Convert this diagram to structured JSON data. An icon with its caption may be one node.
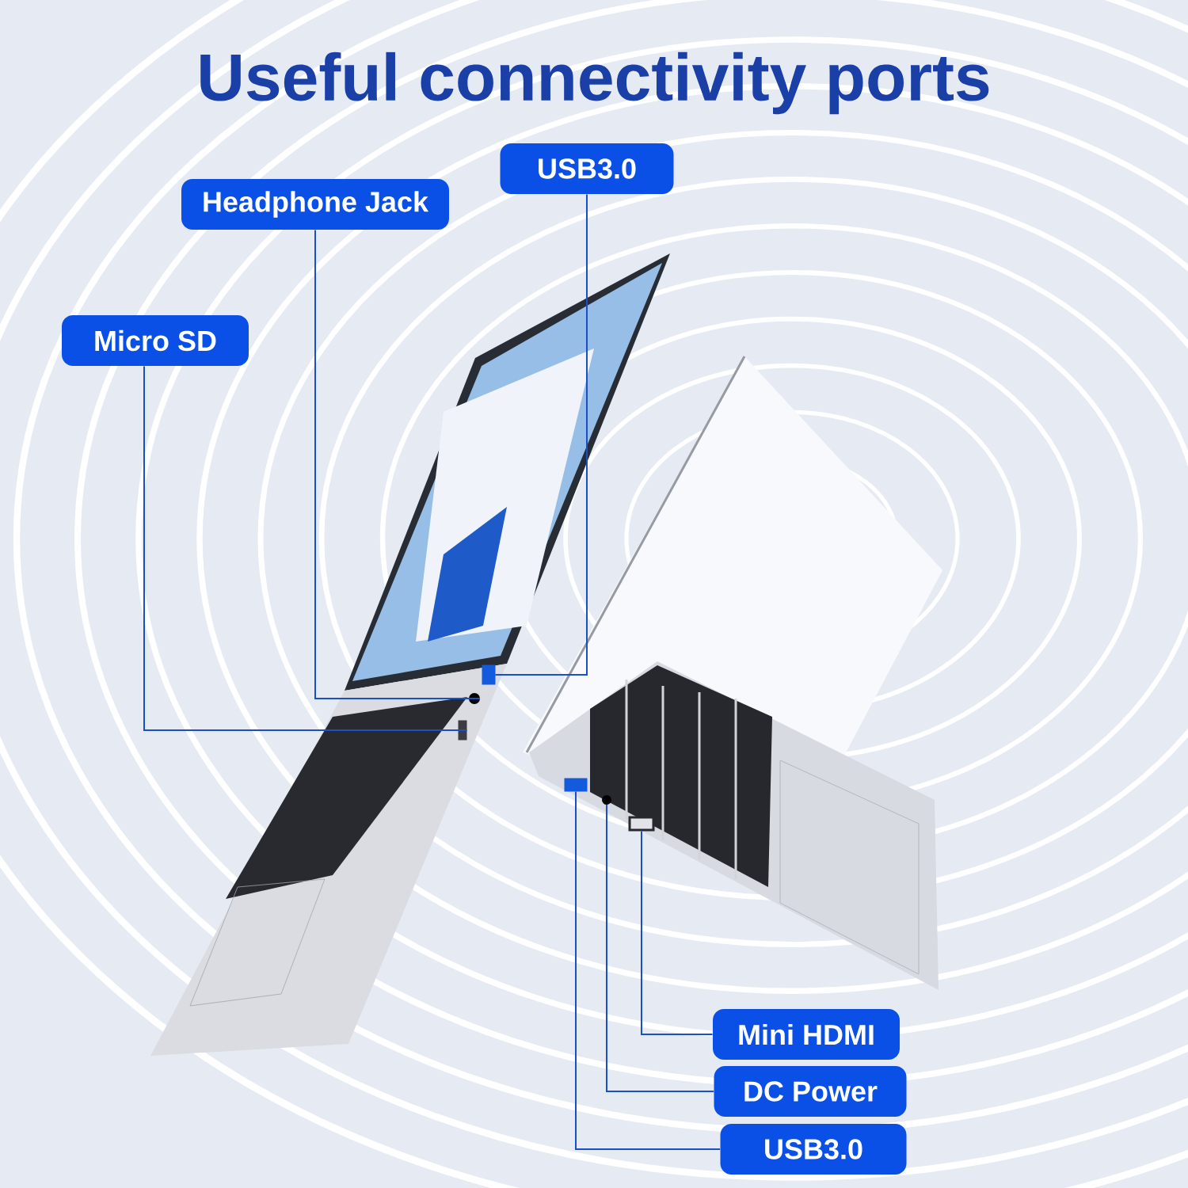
{
  "diagram": {
    "title": "Useful connectivity ports",
    "nodes": [
      {
        "text": [
          "USB3.0"
        ]
      },
      {
        "text": [
          "Headphone Jack"
        ]
      },
      {
        "text": [
          "Micro SD"
        ]
      },
      {
        "text": [
          "Mini HDMI"
        ]
      },
      {
        "text": [
          "DC Power"
        ]
      },
      {
        "text": [
          "USB3.0"
        ]
      },
      {
        "text": [],
        "shape": "box"
      },
      {
        "text": [],
        "shape": "circle"
      },
      {
        "text": [],
        "shape": "box"
      },
      {
        "text": [],
        "shape": "box"
      },
      {
        "text": [],
        "shape": "circle"
      },
      {
        "text": [],
        "shape": "box"
      }
    ],
    "edges": [
      {
        "from": 0,
        "to": 6,
        "arrow": "none"
      },
      {
        "from": 1,
        "to": 7,
        "arrow": "none"
      },
      {
        "from": 2,
        "to": 8,
        "arrow": "none"
      },
      {
        "from": 3,
        "to": 9,
        "arrow": "none"
      },
      {
        "from": 4,
        "to": 10,
        "arrow": "none"
      },
      {
        "from": 5,
        "to": 11,
        "arrow": "none"
      }
    ]
  }
}
